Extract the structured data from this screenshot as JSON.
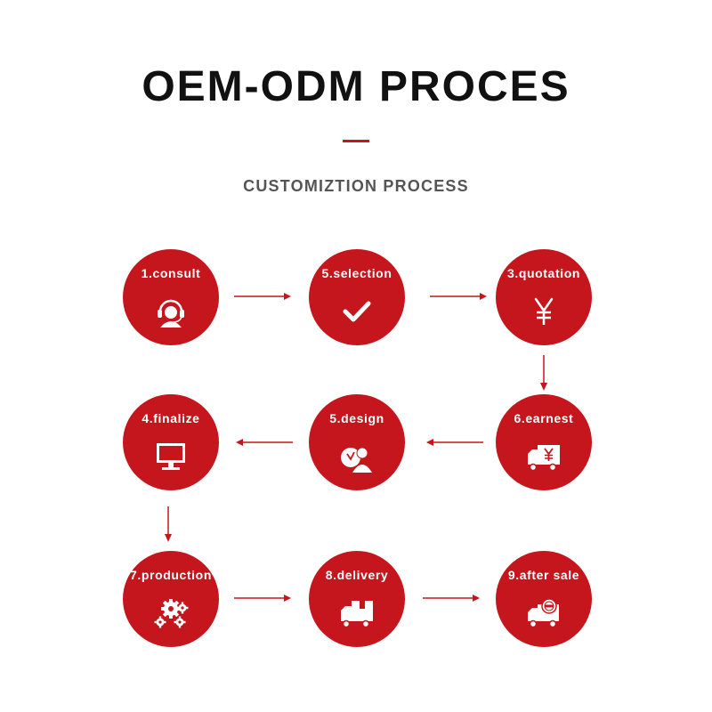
{
  "header": {
    "title": "OEM-ODM PROCES",
    "subtitle": "CUSTOMIZTION PROCESS"
  },
  "colors": {
    "accent": "#c4161c",
    "title": "#111111",
    "subtitle": "#555555"
  },
  "steps": [
    {
      "label": "1.consult",
      "icon": "customer-service-headset-icon"
    },
    {
      "label": "5.selection",
      "icon": "checkmark-icon"
    },
    {
      "label": "3.quotation",
      "icon": "yen-icon"
    },
    {
      "label": "6.earnest",
      "icon": "delivery-truck-yen-icon"
    },
    {
      "label": "5.design",
      "icon": "designer-person-icon"
    },
    {
      "label": "4.finalize",
      "icon": "monitor-icon"
    },
    {
      "label": "7.production",
      "icon": "gears-icon"
    },
    {
      "label": "8.delivery",
      "icon": "delivery-truck-icon"
    },
    {
      "label": "9.after sale",
      "icon": "truck-stamp-icon"
    }
  ]
}
